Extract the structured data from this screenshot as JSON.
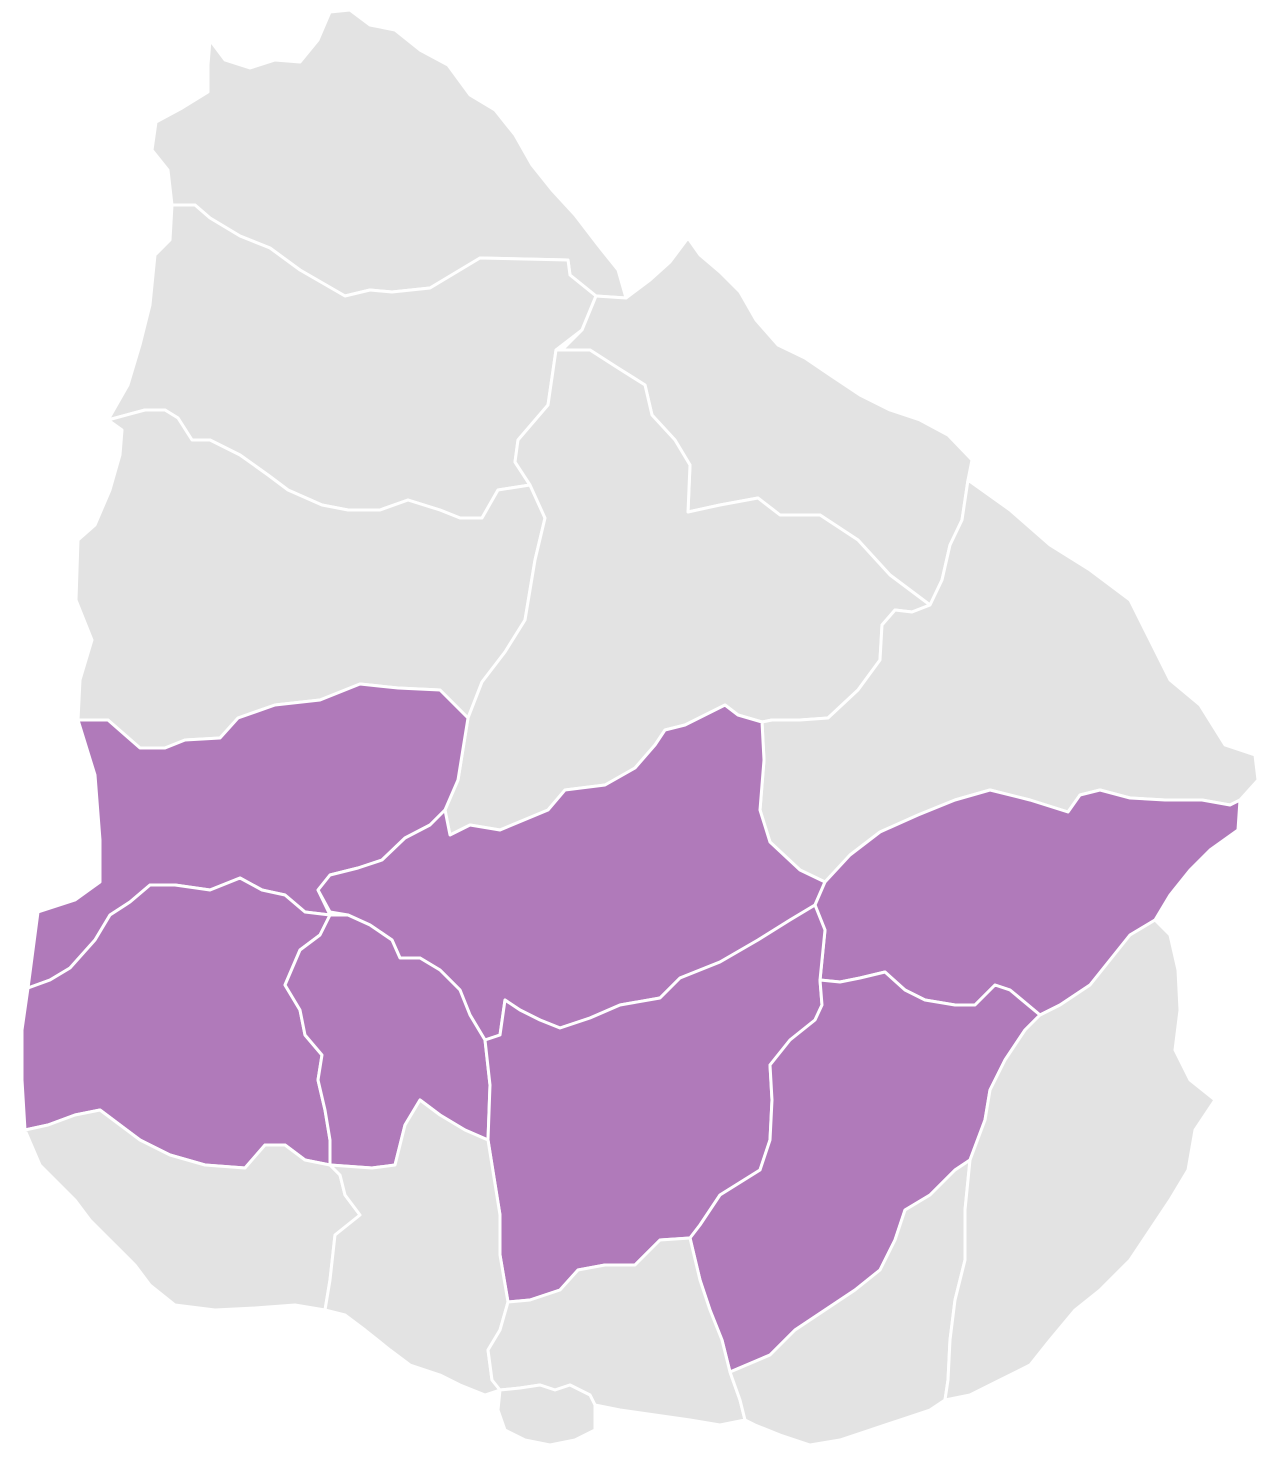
{
  "map": {
    "colors": {
      "highlight": "#b07aba",
      "base": "#e3e3e3",
      "border": "#ffffff",
      "background": "#ffffff"
    },
    "departments": [
      {
        "id": "artigas",
        "highlighted": false
      },
      {
        "id": "salto",
        "highlighted": false
      },
      {
        "id": "paysandu",
        "highlighted": false
      },
      {
        "id": "rivera",
        "highlighted": false
      },
      {
        "id": "tacuarembo",
        "highlighted": false
      },
      {
        "id": "cerro-largo",
        "highlighted": false
      },
      {
        "id": "rio-negro",
        "highlighted": true
      },
      {
        "id": "durazno",
        "highlighted": true
      },
      {
        "id": "treinta-y-tres",
        "highlighted": true
      },
      {
        "id": "soriano",
        "highlighted": true
      },
      {
        "id": "flores",
        "highlighted": true
      },
      {
        "id": "florida",
        "highlighted": true
      },
      {
        "id": "lavalleja",
        "highlighted": true
      },
      {
        "id": "colonia",
        "highlighted": false
      },
      {
        "id": "san-jose",
        "highlighted": false
      },
      {
        "id": "canelones",
        "highlighted": false
      },
      {
        "id": "montevideo",
        "highlighted": false
      },
      {
        "id": "maldonado",
        "highlighted": false
      },
      {
        "id": "rocha",
        "highlighted": false
      }
    ]
  }
}
